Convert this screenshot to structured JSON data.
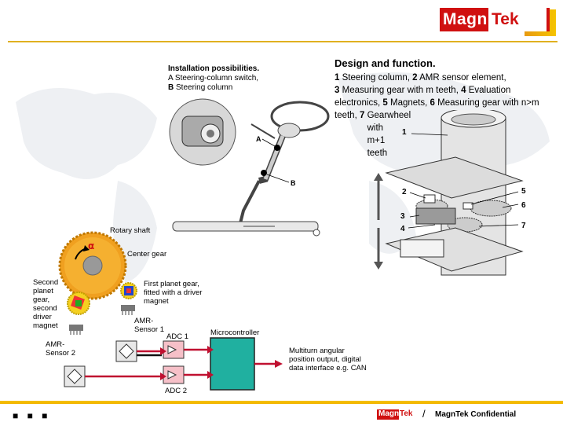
{
  "header": {
    "logo_part1": "Magn",
    "logo_part2": "Tek"
  },
  "installation": {
    "title": "Installation possibilities.",
    "line_a": "Steering-column switch,",
    "line_b": "Steering column",
    "key_a": "A",
    "key_b": "B"
  },
  "design": {
    "title": "Design and function.",
    "items": [
      {
        "num": "1",
        "text": "Steering column,"
      },
      {
        "num": "2",
        "text": "AMR sensor element,"
      },
      {
        "num": "3",
        "text": "Measuring gear with m teeth,"
      },
      {
        "num": "4",
        "text": "Evaluation electronics,"
      },
      {
        "num": "5",
        "text": "Magnets,"
      },
      {
        "num": "6",
        "text": "Measuring gear with n>m teeth,"
      },
      {
        "num": "7",
        "text": "Gearwheel with m+1 teeth"
      }
    ]
  },
  "callouts": [
    "1",
    "2",
    "3",
    "4",
    "5",
    "6",
    "7"
  ],
  "diagram_labels": {
    "rotary_shaft": "Rotary shaft",
    "alpha": "α",
    "center_gear": "Center gear",
    "second_planet": "Second planet gear, second driver magnet",
    "first_planet": "First planet gear, fitted with a driver magnet",
    "amr_sensor_1": "AMR-Sensor 1",
    "amr_sensor_2": "AMR-Sensor 2",
    "adc1": "ADC 1",
    "adc2": "ADC 2",
    "microcontroller": "Microcontroller",
    "output": "Multiturn angular position output, digital data interface e.g. CAN"
  },
  "footer": {
    "dots": "■ ■ ■",
    "logo_part1": "Magn",
    "logo_part2": "Tek",
    "separator": "/",
    "confidential": "MagnTek Confidential"
  },
  "colors": {
    "brand_red": "#d01010",
    "brand_yellow": "#f5c400",
    "gear_orange": "#f0a020",
    "micro_teal": "#20b0a0",
    "signal_red": "#c01030"
  }
}
